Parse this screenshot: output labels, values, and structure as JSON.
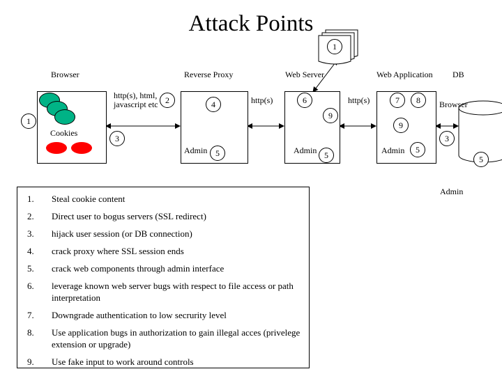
{
  "title": "Attack Points",
  "columns": {
    "browser": "Browser",
    "reverse_proxy": "Reverse Proxy",
    "web_server": "Web Server",
    "web_application": "Web Application",
    "db": "DB"
  },
  "labels": {
    "protocols": [
      "http(s), html,",
      "javascript etc"
    ],
    "cookies": "Cookies",
    "http_s_1": "http(s)",
    "http_s_2": "http(s)",
    "admin": "Admin",
    "db_browser": "Browser"
  },
  "markers": {
    "m1_browser": "1",
    "m1_docs": "1",
    "m2": "2",
    "m3_browser": "3",
    "m3_db": "3",
    "m4": "4",
    "m5_proxy": "5",
    "m5_server": "5",
    "m5_app": "5",
    "m5_db": "5",
    "m6": "6",
    "m7": "7",
    "m8": "8",
    "m9_server": "9",
    "m9_app": "9"
  },
  "legend": [
    {
      "num": "1.",
      "text": "Steal cookie content"
    },
    {
      "num": "2.",
      "text": "Direct user to bogus servers (SSL redirect)"
    },
    {
      "num": "3.",
      "text": "hijack user session (or DB connection)"
    },
    {
      "num": "4.",
      "text": "crack proxy where SSL session ends"
    },
    {
      "num": "5.",
      "text": "crack web components through admin interface"
    },
    {
      "num": "6.",
      "text": "leverage known web server bugs with respect to file access or path interpretation"
    },
    {
      "num": "7.",
      "text": "Downgrade authentication to low secrurity level"
    },
    {
      "num": "8.",
      "text": "Use application bugs in authorization to gain illegal acces (privelege extension or upgrade)"
    },
    {
      "num": "9.",
      "text": "Use fake input to work around controls"
    }
  ],
  "colors": {
    "cookie_green": "#00b386",
    "cookie_red": "#ff0000"
  }
}
